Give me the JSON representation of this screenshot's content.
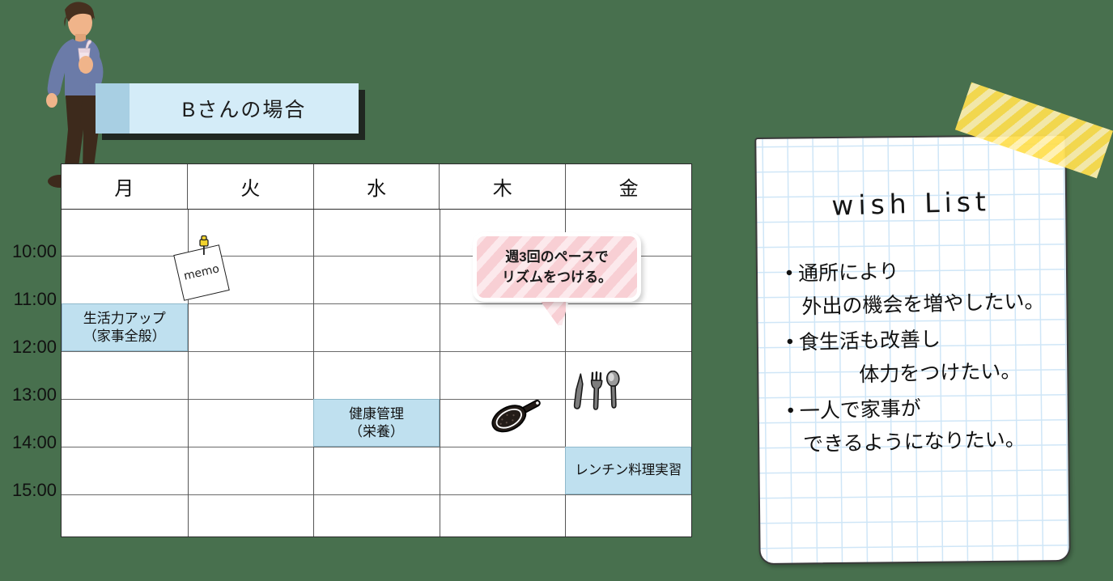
{
  "background_color": "#48704e",
  "banner": {
    "title": "Bさんの場合",
    "accent_color": "#a8cfe3",
    "fill_color": "#d4ecf8"
  },
  "schedule": {
    "day_headers": [
      "月",
      "火",
      "水",
      "木",
      "金"
    ],
    "time_labels": [
      "10:00",
      "11:00",
      "12:00",
      "13:00",
      "14:00",
      "15:00"
    ],
    "event_color": "#bfe0ef",
    "events": [
      {
        "day": "月",
        "line1": "生活力アップ",
        "line2": "（家事全般）",
        "start": "11:00",
        "end": "12:00"
      },
      {
        "day": "水",
        "line1": "健康管理",
        "line2": "（栄養）",
        "start": "13:00",
        "end": "14:00"
      },
      {
        "day": "金",
        "line1": "レンチン料理実習",
        "line2": "",
        "start": "14:00",
        "end": "15:00"
      }
    ]
  },
  "memo": {
    "label": "memo",
    "pin_color": "#f2d42e"
  },
  "speech_bubble": {
    "line1": "週3回のペースで",
    "line2": "リズムをつける。",
    "fill_color": "#f8cfd4"
  },
  "icons": {
    "pan": "frying-pan-icon",
    "cutlery": "knife-fork-spoon-icon",
    "pin": "pushpin-icon",
    "person": "standing-man-illustration",
    "tape": "washi-tape-icon"
  },
  "note": {
    "title": "wish List",
    "tape_color": "#ffdf4f",
    "grid_color": "#cfe6f7",
    "items": [
      {
        "bullet": "•",
        "line1": "通所により",
        "line2": "外出の機会を増やしたい。",
        "indent": 0
      },
      {
        "bullet": "•",
        "line1": "食生活も改善し",
        "line2": "体力をつけたい。",
        "indent": 1
      },
      {
        "bullet": "•",
        "line1": "一人で家事が",
        "line2": "できるようになりたい。",
        "indent": 0
      }
    ]
  }
}
